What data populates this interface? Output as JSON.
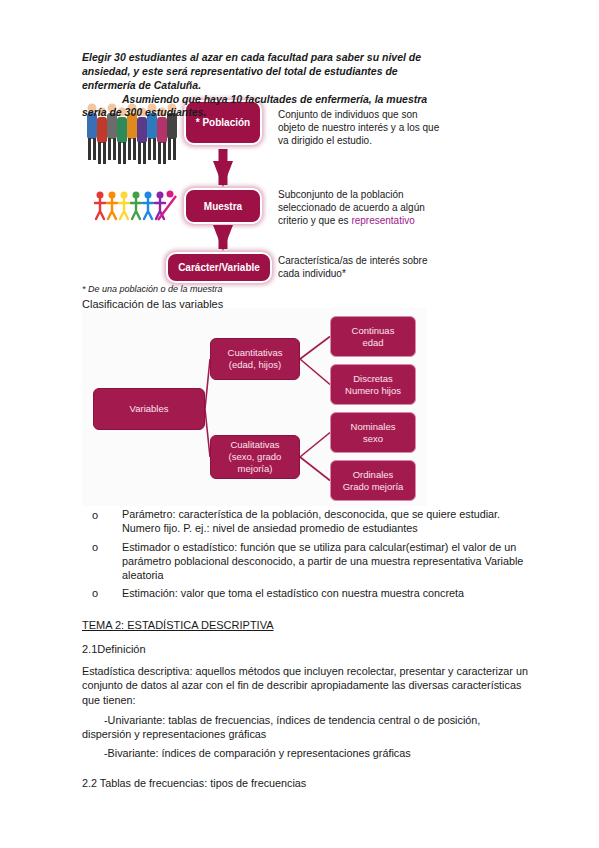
{
  "diagram": {
    "nodes": [
      {
        "text": [
          "* Población"
        ]
      },
      {
        "text": [
          "Muestra"
        ]
      },
      {
        "text": [
          "Carácter/Variable"
        ]
      },
      {
        "text": [
          "Variables"
        ]
      },
      {
        "text": [
          "Cuantitativas",
          "(edad, hijos)"
        ]
      },
      {
        "text": [
          "Cualitativas",
          "(sexo, grado mejoría)"
        ]
      },
      {
        "text": [
          "Continuas",
          "edad"
        ]
      },
      {
        "text": [
          "Discretas",
          "Numero hijos"
        ]
      },
      {
        "text": [
          "Nominales",
          "sexo"
        ]
      },
      {
        "text": [
          "Ordinales",
          "Grado mejoría"
        ]
      }
    ],
    "edges": [
      {
        "from": 0,
        "to": 1,
        "arrow": "to"
      },
      {
        "from": 1,
        "to": 2,
        "arrow": "to"
      },
      {
        "from": 3,
        "to": 4,
        "arrow": "none"
      },
      {
        "from": 3,
        "to": 5,
        "arrow": "none"
      },
      {
        "from": 4,
        "to": 6,
        "arrow": "none"
      },
      {
        "from": 4,
        "to": 7,
        "arrow": "none"
      },
      {
        "from": 5,
        "to": 8,
        "arrow": "none"
      },
      {
        "from": 5,
        "to": 9,
        "arrow": "none"
      }
    ],
    "labels": [
      "Elegir 30 estudiantes al azar en cada facultad para saber su nivel de ansiedad, y este será representativo del total de estudiantes de enfermería de Cataluña.",
      "Asumiendo que haya 10 facultades de enfermería, la muestra sería de 300 estudiantes.",
      "Conjunto de individuos que son objeto de nuestro interés y a los que va dirigido el estudio.",
      "Subconjunto de la población seleccionado de acuerdo a algún criterio y que es",
      "representativo",
      "Característica/as de interés sobre cada individuo*",
      "* De una población o de la muestra",
      "Clasificación de las variables",
      "o",
      "Parámetro: característica de la población, desconocida, que se quiere estudiar. Numero fijo. P. ej.: nivel de ansiedad promedio de estudiantes",
      "o",
      "Estimador o estadístico: función que se utiliza para calcular(estimar) el valor de un parámetro poblacional desconocido, a partir de una muestra representativa Variable aleatoria",
      "o",
      "Estimación: valor que toma el estadístico con nuestra muestra concreta",
      "TEMA 2: ESTADÍSTICA DESCRIPTIVA",
      "2.1Definición",
      "Estadística descriptiva: aquellos métodos que incluyen recolectar, presentar y caracterizar un conjunto de datos al azar con el fin de describir apropiadamente las diversas características que tienen:",
      "-Univariante: tablas de frecuencias, índices de tendencia central o de posición, dispersión y representaciones gráficas",
      "-Bivariante: índices de comparación y representaciones gráficas",
      "2.2 Tablas de frecuencias: tipos de frecuencias"
    ]
  }
}
